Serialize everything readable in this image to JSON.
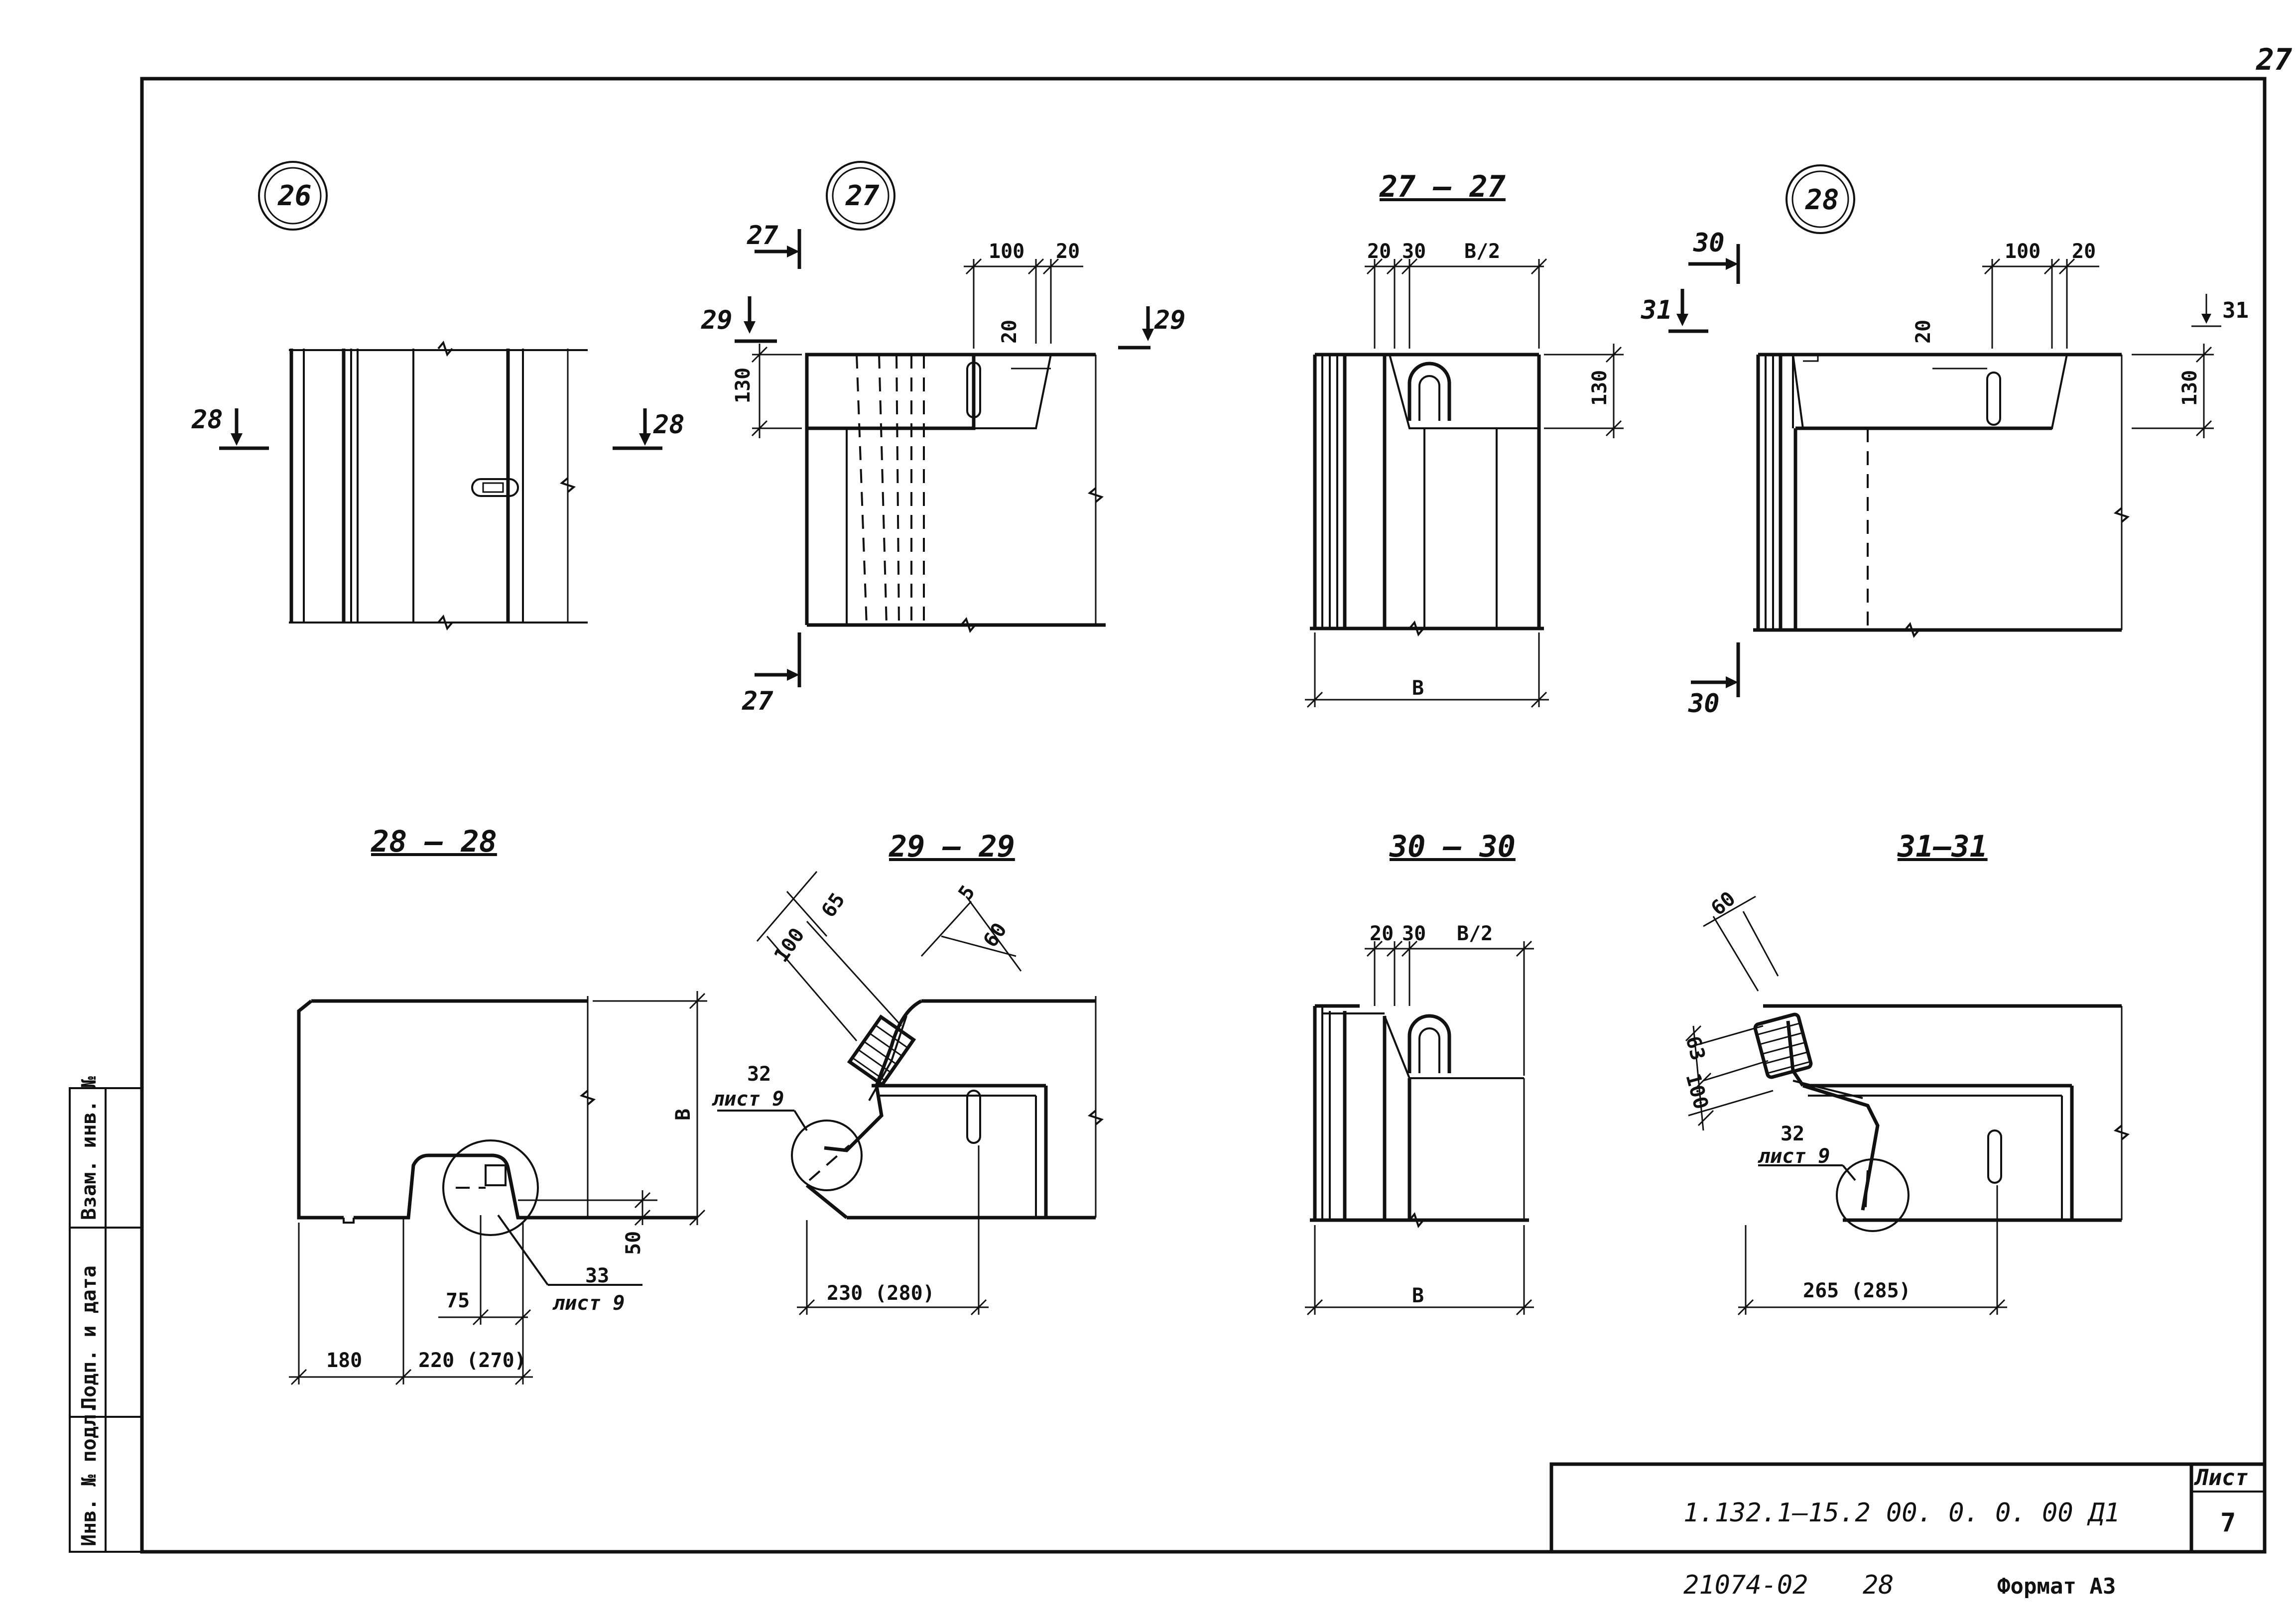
{
  "page": {
    "page_number": "27"
  },
  "detail_markers": [
    {
      "label": "26"
    },
    {
      "label": "27"
    },
    {
      "label": "28"
    }
  ],
  "section_titles": {
    "s27": "27 — 27",
    "s28": "28 — 28",
    "s29": "29 — 29",
    "s30": "30 — 30",
    "s31": "31—31"
  },
  "cut_marks": {
    "c27a": "27",
    "c27b": "27",
    "c28a": "28",
    "c28b": "28",
    "c29a": "29",
    "c29b": "29",
    "c30a": "30",
    "c30b": "30",
    "c31a": "31",
    "c31b": "31"
  },
  "dimensions": {
    "d27_100": "100",
    "d27_20a": "20",
    "d27_20b": "20",
    "d27_130": "130",
    "s27_20": "20",
    "s27_30": "30",
    "s27_b2": "B/2",
    "s27_130": "130",
    "s27_b": "B",
    "d28_100": "100",
    "d28_20a": "20",
    "d28_20b": "20",
    "d28_130": "130",
    "s28_b": "B",
    "s28_50": "50",
    "s28_75": "75",
    "s28_180": "180",
    "s28_220": "220 (270)",
    "s28_33": "33",
    "s28_sheet": "лист 9",
    "s29_100": "100",
    "s29_65": "65",
    "s29_5": "5",
    "s29_60": "60",
    "s29_32": "32",
    "s29_sheet": "лист 9",
    "s29_230": "230 (280)",
    "s30_20": "20",
    "s30_30": "30",
    "s30_b2": "B/2",
    "s30_b": "B",
    "s31_60": "60",
    "s31_63": "63",
    "s31_100": "100",
    "s31_32": "32",
    "s31_sheet": "лист 9",
    "s31_265": "265 (285)"
  },
  "side_stamp": {
    "col1": "Инв. № подл.",
    "col2": "Подп. и дата",
    "col3": "Взам. инв. №"
  },
  "title_block": {
    "doc_code": "1.132.1—15.2   00. 0. 0. 00   Д1",
    "sheet_label": "Лист",
    "sheet_number": "7"
  },
  "footer": {
    "order_code": "21074-02",
    "copy_number": "28",
    "format": "Формат А3"
  }
}
